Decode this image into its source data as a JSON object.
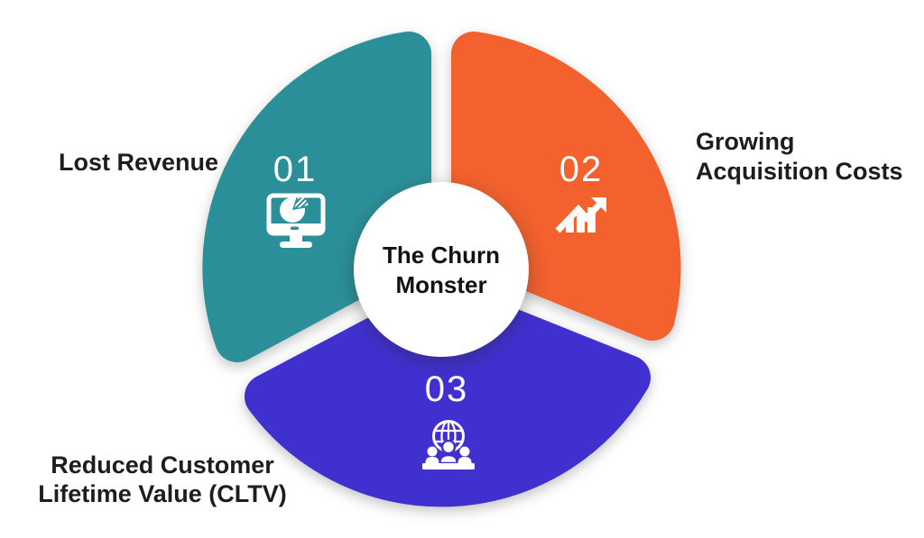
{
  "title": "The Churn Monster",
  "background_color": "#ffffff",
  "text_color": "#1d1d1d",
  "number_color": "#ffffff",
  "center": {
    "title_lines": [
      "The Churn",
      "Monster"
    ],
    "bg_color": "#ffffff",
    "text_color": "#111111"
  },
  "segments": [
    {
      "number": "01",
      "label_lines": [
        "Lost Revenue"
      ],
      "color": "#2b8f99",
      "icon": "monitor-pie-chart"
    },
    {
      "number": "02",
      "label_lines": [
        "Growing",
        "Acquisition Costs"
      ],
      "color": "#f2612e",
      "icon": "growth-trend-chart"
    },
    {
      "number": "03",
      "label_lines": [
        "Reduced Customer",
        "Lifetime Value (CLTV)"
      ],
      "color": "#4130d0",
      "icon": "team-globe"
    }
  ]
}
